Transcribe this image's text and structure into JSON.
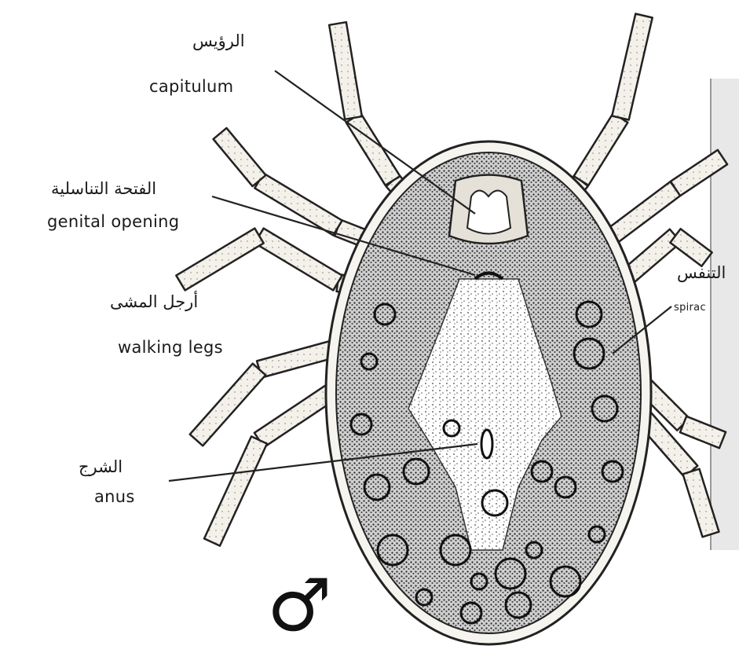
{
  "labels": {
    "capitulum": {
      "ar": "الرؤيس",
      "en": "capitulum"
    },
    "genital_opening": {
      "ar": "الفتحة التناسلية",
      "en": "genital opening"
    },
    "walking_legs": {
      "ar": "أرجل المشى",
      "en": "walking legs"
    },
    "anus": {
      "ar": "الشرج",
      "en": "anus"
    },
    "spiracle": {
      "ar": "التنفس",
      "en": "spirac"
    }
  },
  "sex_symbol": "♂"
}
